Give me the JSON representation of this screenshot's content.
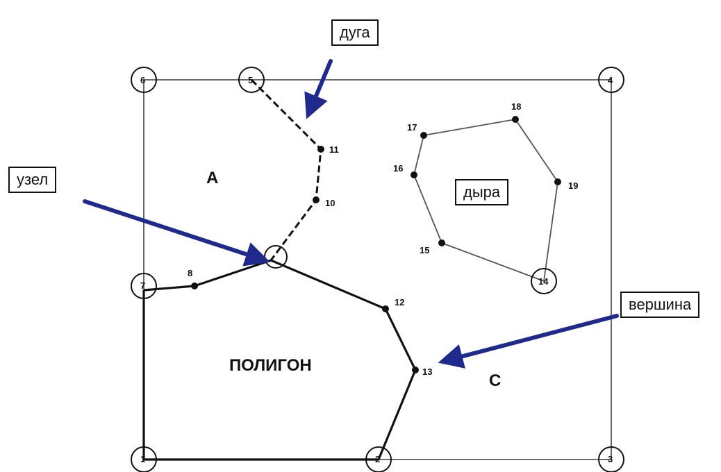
{
  "callouts": {
    "arc": "дуга",
    "node": "узел",
    "hole": "дыра",
    "vertex": "вершина"
  },
  "regions": {
    "a": "A",
    "polygon": "ПОЛИГОН",
    "c": "C"
  },
  "point_labels": {
    "p1": "1",
    "p2": "2",
    "p3": "3",
    "p4": "4",
    "p5": "5",
    "p6": "6",
    "p7": "7",
    "p8": "8",
    "p10": "10",
    "p11": "11",
    "p12": "12",
    "p13": "13",
    "p14": "14",
    "p15": "15",
    "p16": "16",
    "p17": "17",
    "p18": "18",
    "p19": "19"
  },
  "colors": {
    "arrow": "#1f2a8c",
    "line": "#111111"
  }
}
